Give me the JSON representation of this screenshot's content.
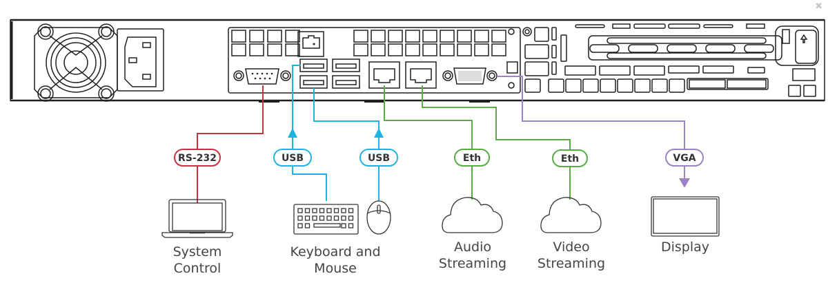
{
  "close_glyph": "✖",
  "colors": {
    "rs232": "#c8323c",
    "usb": "#1eb4e1",
    "eth": "#5aaa46",
    "vga": "#9b82c3",
    "device_outline": "#1e1e1e",
    "text": "#444444"
  },
  "device": {
    "name": "rear-panel",
    "ports": [
      "power-inlet",
      "fan",
      "rs232-port",
      "rj45-port",
      "usb-port-1",
      "usb-port-2",
      "usb-port-3",
      "usb-port-4",
      "eth-port-1",
      "eth-port-2",
      "vga-port"
    ]
  },
  "connections": [
    {
      "label": "RS-232",
      "caption_line1": "System",
      "caption_line2": "Control",
      "icon": "laptop-icon",
      "color_key": "rs232"
    },
    {
      "label": "USB",
      "caption_line1": "Keyboard and",
      "caption_line2": "Mouse",
      "icon": "keyboard-icon",
      "color_key": "usb"
    },
    {
      "label": "USB",
      "caption_line1": "",
      "caption_line2": "",
      "icon": "mouse-icon",
      "color_key": "usb"
    },
    {
      "label": "Eth",
      "caption_line1": "Audio",
      "caption_line2": "Streaming",
      "icon": "cloud-icon",
      "color_key": "eth"
    },
    {
      "label": "Eth",
      "caption_line1": "Video",
      "caption_line2": "Streaming",
      "icon": "cloud-icon",
      "color_key": "eth"
    },
    {
      "label": "VGA",
      "caption_line1": "Display",
      "caption_line2": "",
      "icon": "display-icon",
      "color_key": "vga"
    }
  ]
}
